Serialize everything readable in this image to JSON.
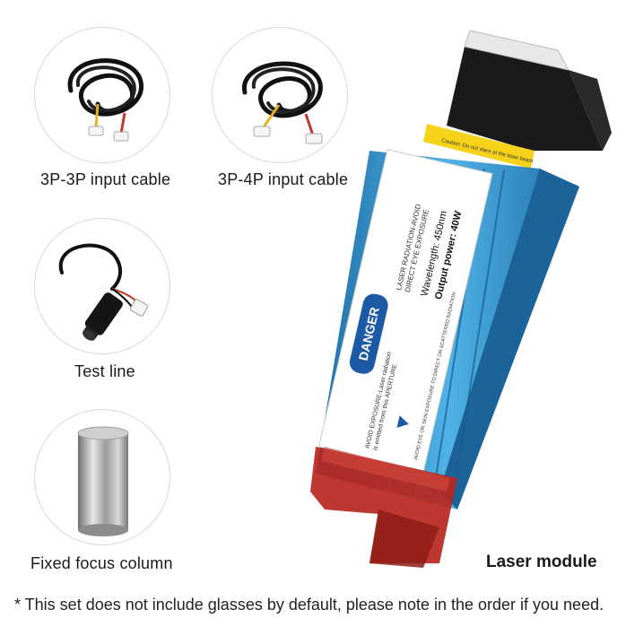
{
  "items": [
    {
      "caption": "3P-3P input cable",
      "icon": "cable-3p-3p"
    },
    {
      "caption": "3P-4P input cable",
      "icon": "cable-3p-4p"
    },
    {
      "caption": "Test line",
      "icon": "test-line-dc-plug"
    },
    {
      "caption": "Fixed focus column",
      "icon": "focus-column-cylinder"
    }
  ],
  "laser": {
    "caption": "Laser module",
    "label": {
      "danger": "DANGER",
      "warning_lines": [
        "AVOID EXPOSURE-Laser radiation",
        "is emitted from this APERTURE."
      ],
      "radiation_lines": [
        "LASER RADIATION-AVOID",
        "DIRECT EYE EXPOSURE"
      ],
      "wavelength": "Wavelength: 450nm",
      "output_power": "Output power: 40W",
      "avoid_line": "AVOID EYE OR SKIN EXPOSURE TO DIRECT OR SCATTERED RADIATION",
      "caution": "Caution: Do not stare at the laser beam"
    },
    "colors": {
      "body": "#2f95cf",
      "lens": "#b8261e",
      "label": "#ffffff"
    }
  },
  "note": "* This set does not include glasses by default, please note in the order if you need."
}
